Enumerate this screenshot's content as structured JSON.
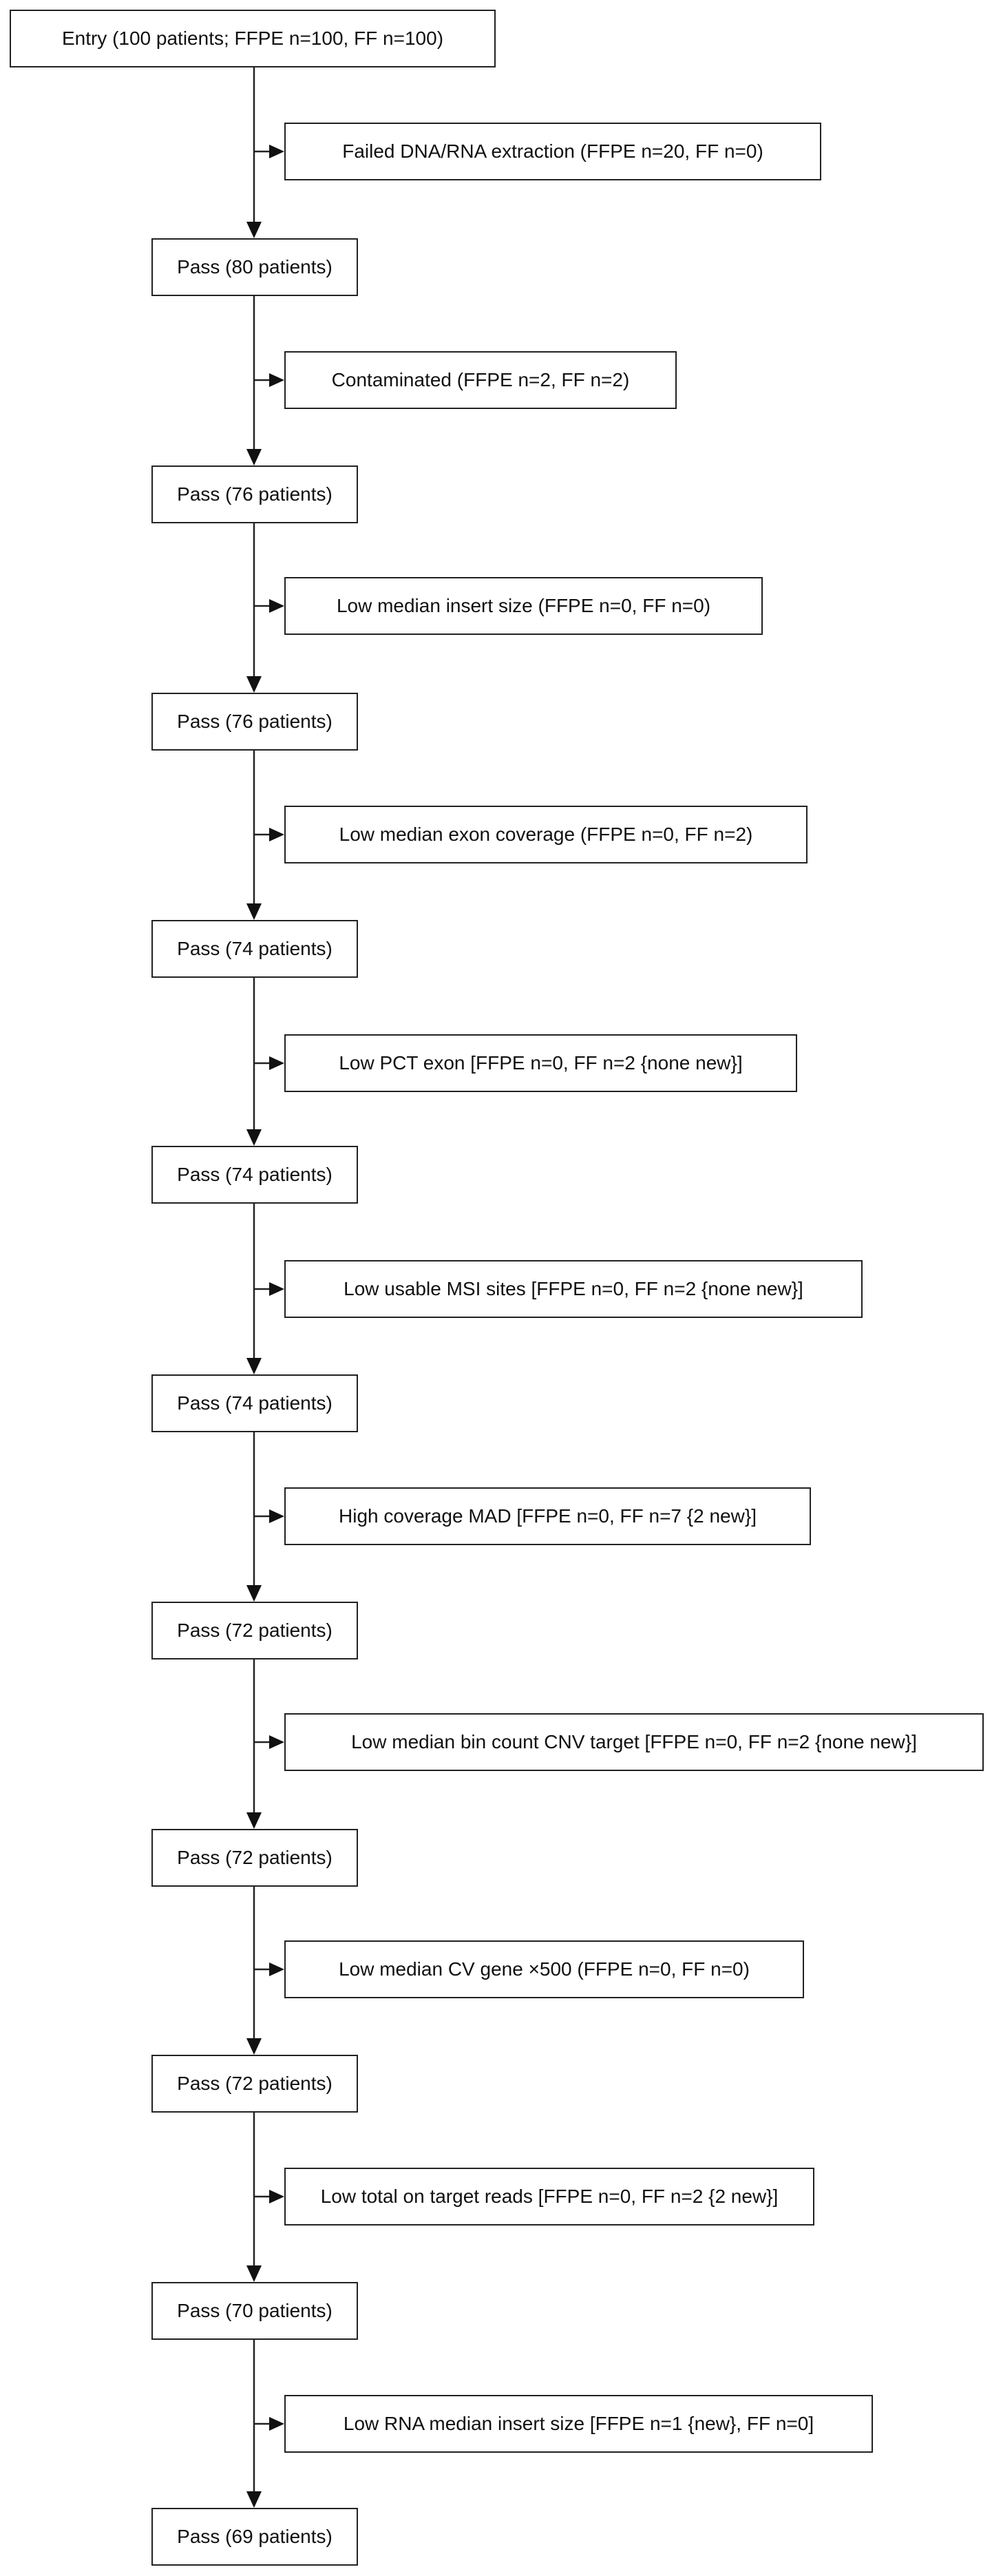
{
  "flowchart": {
    "entry": "Entry (100 patients; FFPE n=100, FF n=100)",
    "steps": [
      {
        "exclusion": "Failed DNA/RNA extraction (FFPE n=20, FF n=0)",
        "pass": "Pass (80 patients)"
      },
      {
        "exclusion": "Contaminated (FFPE n=2, FF n=2)",
        "pass": "Pass (76 patients)"
      },
      {
        "exclusion": "Low median insert size (FFPE n=0, FF n=0)",
        "pass": "Pass (76 patients)"
      },
      {
        "exclusion": "Low median exon coverage (FFPE n=0, FF n=2)",
        "pass": "Pass (74 patients)"
      },
      {
        "exclusion": "Low PCT exon [FFPE n=0, FF n=2 {none new}]",
        "pass": "Pass (74 patients)"
      },
      {
        "exclusion": "Low usable MSI sites [FFPE n=0, FF n=2 {none new}]",
        "pass": "Pass (74 patients)"
      },
      {
        "exclusion": "High coverage MAD [FFPE n=0, FF n=7 {2 new}]",
        "pass": "Pass (72 patients)"
      },
      {
        "exclusion": "Low median bin count CNV target [FFPE n=0, FF n=2 {none new}]",
        "pass": "Pass (72 patients)"
      },
      {
        "exclusion": "Low median CV gene ×500 (FFPE n=0, FF n=0)",
        "pass": "Pass (72 patients)"
      },
      {
        "exclusion": "Low total on target reads [FFPE n=0, FF n=2 {2 new}]",
        "pass": "Pass (70 patients)"
      },
      {
        "exclusion": "Low RNA median insert size [FFPE n=1 {new}, FF n=0]",
        "pass": "Pass (69 patients)"
      }
    ]
  }
}
